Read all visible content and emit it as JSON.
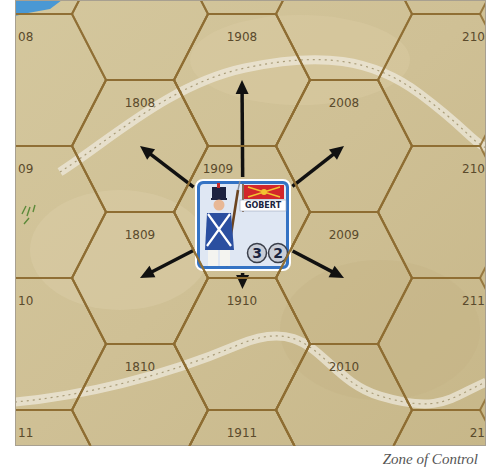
{
  "diagram": {
    "caption": "Zone of Control",
    "nodes": [
      {
        "text": [
          "1908"
        ]
      },
      {
        "text": [
          "1808"
        ]
      },
      {
        "text": [
          "2008"
        ]
      },
      {
        "text": [
          "1909"
        ]
      },
      {
        "text": [
          "GOBERT",
          "3",
          "2"
        ],
        "in": 3
      },
      {
        "text": [
          "1809"
        ]
      },
      {
        "text": [
          "2009"
        ]
      },
      {
        "text": [
          "1910"
        ]
      },
      {
        "text": [
          "1810"
        ]
      },
      {
        "text": [
          "2010"
        ]
      },
      {
        "text": [
          "1911"
        ]
      }
    ],
    "edges": [
      {
        "from": 4,
        "to": 0,
        "arrow": "to"
      },
      {
        "from": 4,
        "to": 2,
        "arrow": "to"
      },
      {
        "from": 4,
        "to": 6,
        "arrow": "to"
      },
      {
        "from": 4,
        "to": 7,
        "arrow": "to"
      },
      {
        "from": 4,
        "to": 5,
        "arrow": "to"
      },
      {
        "from": 4,
        "to": 1,
        "arrow": "to"
      }
    ],
    "labels": [
      "08",
      "09",
      "10",
      "11",
      "210",
      "210",
      "211",
      "21"
    ]
  }
}
